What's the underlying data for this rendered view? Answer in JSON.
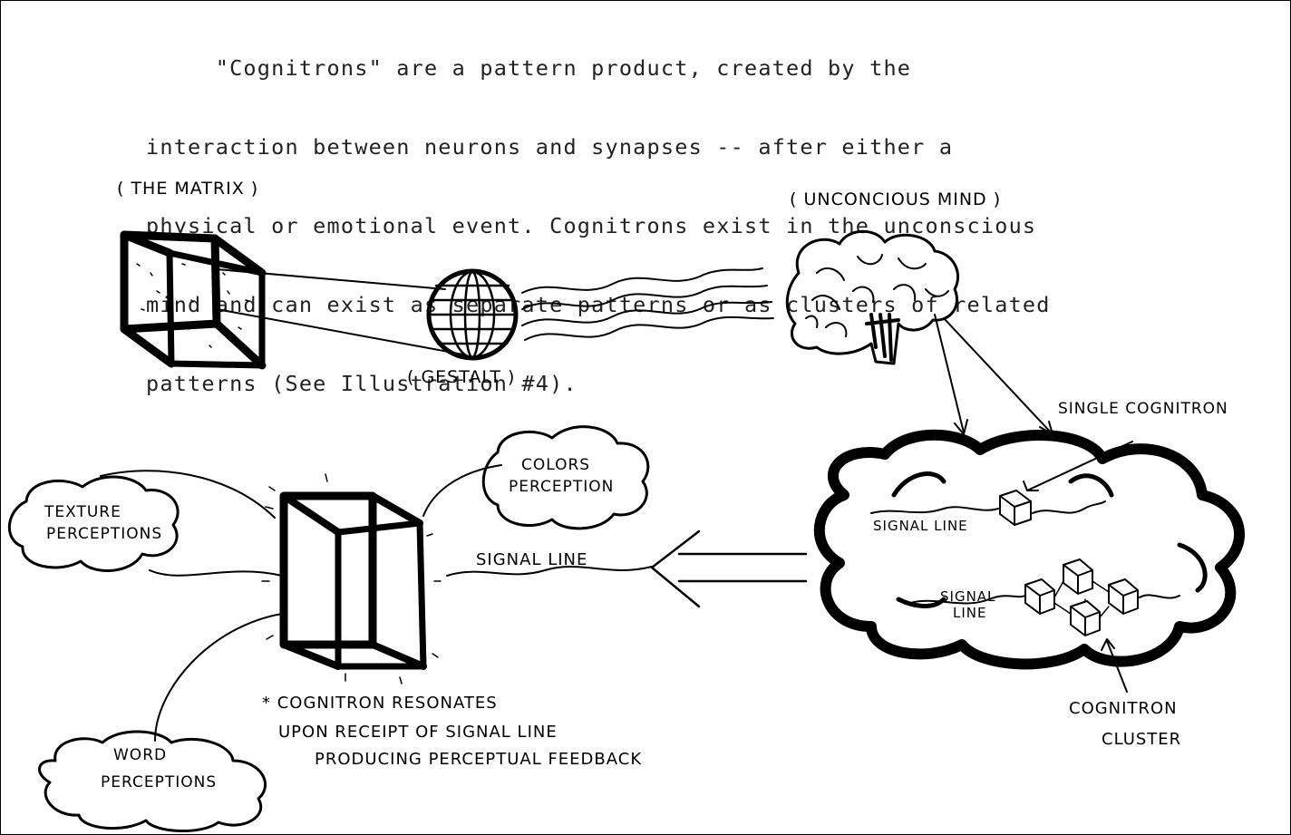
{
  "paragraph": {
    "lines": [
      "     \"Cognitrons\" are a pattern product, created by the",
      "interaction between neurons and synapses -- after either a",
      "physical or emotional event. Cognitrons exist in the unconscious",
      "mind and can exist as separate patterns or as clusters of related",
      "patterns (See Illustration #4)."
    ]
  },
  "labels": {
    "matrix": "( THE MATRIX )",
    "gestalt": "( GESTALT )",
    "unconscious": "( UNCONCIOUS MIND )",
    "single_cognitron": "SINGLE COGNITRON",
    "signal_line_top": "SIGNAL LINE",
    "signal_line_lower_1": "SIGNAL",
    "signal_line_lower_2": "LINE",
    "signal_line_main": "SIGNAL LINE",
    "cluster_1": "COGNITRON",
    "cluster_2": "CLUSTER",
    "colors_1": "COLORS",
    "colors_2": "PERCEPTION",
    "texture_1": "TEXTURE",
    "texture_2": "PERCEPTIONS",
    "word_1": "WORD",
    "word_2": "PERCEPTIONS",
    "note_1": "* COGNITRON RESONATES",
    "note_2": "UPON RECEIPT OF SIGNAL LINE",
    "note_3": "PRODUCING PERCEPTUAL FEEDBACK"
  },
  "colors": {
    "ink": "#000000",
    "paper": "#ffffff",
    "type": "#222222"
  }
}
